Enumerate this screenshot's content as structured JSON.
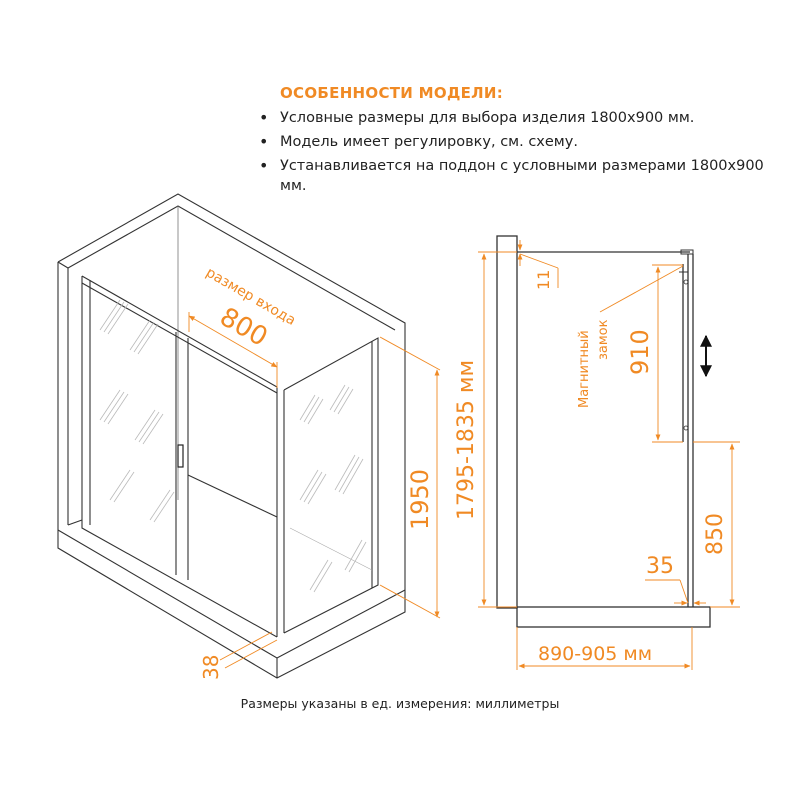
{
  "features": {
    "title": "ОСОБЕННОСТИ МОДЕЛИ:",
    "items": [
      "Условные размеры для выбора изделия 1800х900 мм.",
      "Модель имеет регулировку, см. схему.",
      "Устанавливается на поддон с условными размерами 1800х900 мм."
    ]
  },
  "iso_view": {
    "entrance_label": "размер входа",
    "entrance_width": "800",
    "height": "1950",
    "tray_height": "38"
  },
  "side_view": {
    "adjust_height": "1795-1835 мм",
    "top_offset": "11",
    "magnet_label_line1": "Магнитный",
    "magnet_label_line2": "замок",
    "magnet_height": "910",
    "lower_height": "850",
    "profile_width": "35",
    "depth": "890-905 мм"
  },
  "footer": {
    "note": "Размеры указаны в ед. измерения: миллиметры"
  },
  "colors": {
    "accent": "#f08a24",
    "line": "#333333"
  }
}
